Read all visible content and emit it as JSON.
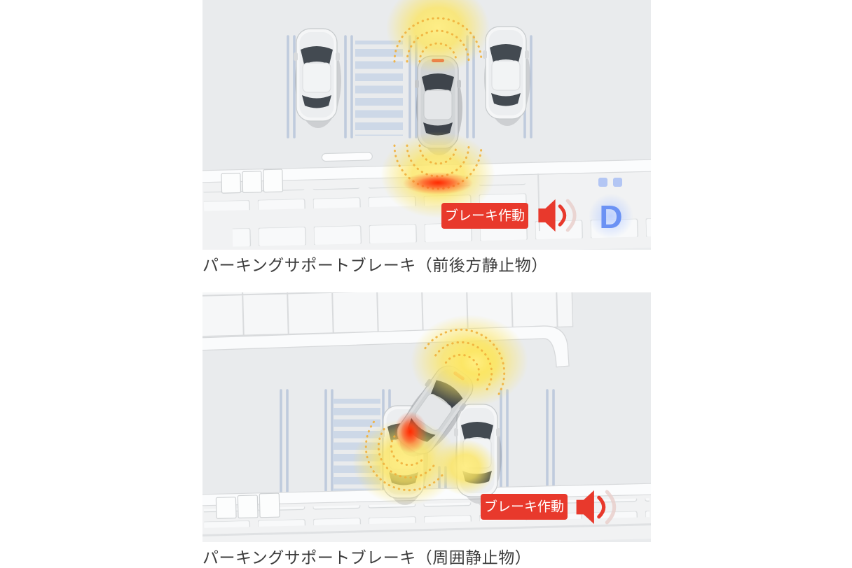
{
  "page": {
    "background": "#ffffff"
  },
  "figures": [
    {
      "id": "front-rear",
      "caption": "パーキングサポートブレーキ（前後方静止物）",
      "badge_label": "ブレーキ作動",
      "shift_indicator": "D",
      "icons": [
        "speaker-icon",
        "shift-position-d-indicator",
        "sensor-wave-front",
        "sensor-wave-rear",
        "alert-zone-rear"
      ],
      "colors": {
        "panel_bg": "#e9ebed",
        "badge_bg": "#e8392c",
        "badge_text": "#ffffff",
        "sensor_yellow": "#fce55e",
        "alert_red": "#ff2a00",
        "shift_blue": "#6b92f4",
        "lane_line": "#bdc9dc",
        "crosswalk": "#cdd8e7"
      }
    },
    {
      "id": "surround",
      "caption": "パーキングサポートブレーキ（周囲静止物）",
      "badge_label": "ブレーキ作動",
      "icons": [
        "speaker-icon",
        "sensor-wave-front",
        "sensor-wave-rear",
        "alert-zone-side"
      ],
      "colors": {
        "panel_bg": "#e9ebed",
        "badge_bg": "#e8392c",
        "badge_text": "#ffffff",
        "sensor_yellow": "#fce55e",
        "alert_red": "#ff2a00",
        "lane_line": "#bdc9dc",
        "crosswalk": "#cdd8e7"
      }
    }
  ]
}
